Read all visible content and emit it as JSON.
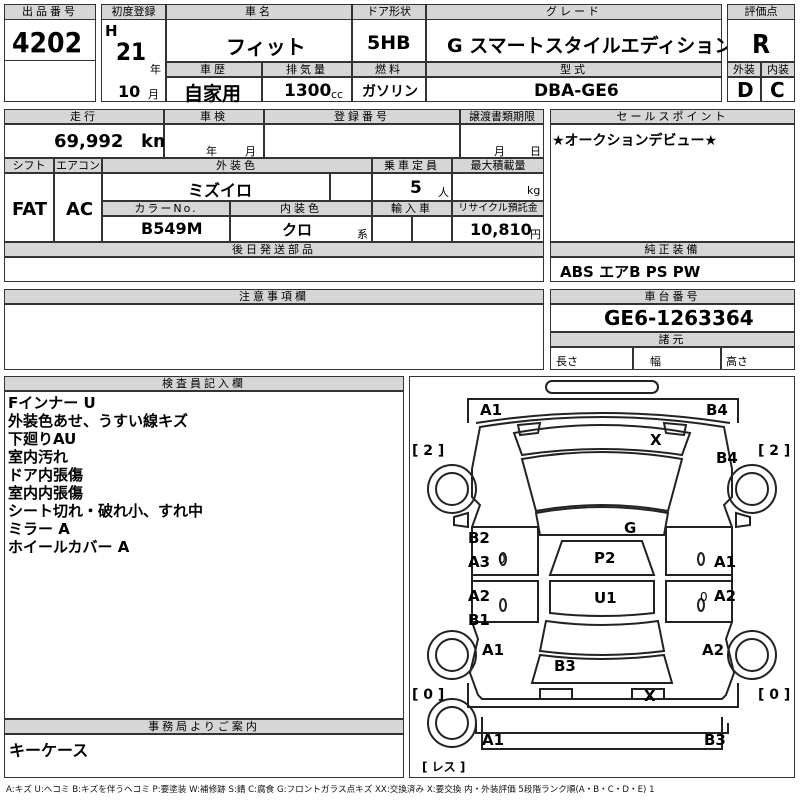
{
  "headers": {
    "lot_no": "出品番号",
    "first_reg": "初度登録",
    "car_name": "車名",
    "door": "ドア形状",
    "grade": "グレード",
    "score": "評価点",
    "history": "車歴",
    "displacement": "排気量",
    "fuel": "燃料",
    "model_code": "型式",
    "exterior": "外装",
    "interior": "内装",
    "mileage": "走行",
    "inspection": "車検",
    "reg_no": "登録番号",
    "transfer": "譲渡書類期限",
    "sales_point": "セールスポイント",
    "shift": "シフト",
    "aircon": "エアコン",
    "ext_color": "外装色",
    "capacity": "乗車定員",
    "max_load": "最大積載量",
    "color_no": "カラーNo.",
    "int_color": "内装色",
    "import": "輸入車",
    "recycle": "リサイクル預託金",
    "later_parts": "後日発送部品",
    "equipment": "純正装備",
    "notes": "注意事項欄",
    "chassis": "車台番号",
    "specs": "諸元",
    "inspector": "検査員記入欄",
    "office": "事務局よりご案内"
  },
  "lot_number": "4202",
  "era": "H",
  "year": "21",
  "year_unit": "年",
  "month": "10",
  "month_unit": "月",
  "car_name": "フィット",
  "door_type": "5HB",
  "grade": "G スマートスタイルエディション",
  "score": "R",
  "history": "自家用",
  "displacement": "1300",
  "displacement_unit": "cc",
  "fuel": "ガソリン",
  "model_code": "DBA-GE6",
  "exterior_grade": "D",
  "interior_grade": "C",
  "mileage": "69,992",
  "mileage_unit": "km",
  "inspection_year_unit": "年",
  "inspection_month_unit": "月",
  "transfer_month_unit": "月",
  "transfer_day_unit": "日",
  "sales_point": "★オークションデビュー★",
  "shift": "FAT",
  "aircon": "AC",
  "ext_color": "ミズイロ",
  "capacity": "5",
  "capacity_unit": "人",
  "max_load_unit": "kg",
  "color_no": "B549M",
  "int_color": "クロ",
  "int_color_unit": "系",
  "recycle_fee": "10,810",
  "recycle_unit": "円",
  "equipment": "ABS エアB PS PW",
  "chassis_no": "GE6-1263364",
  "length_label": "長さ",
  "width_label": "幅",
  "height_label": "高さ",
  "inspector_notes": [
    "Fインナー U",
    "外装色あせ、うすい線キズ",
    "下廻りAU",
    "室内汚れ",
    "ドア内張傷",
    "室内内張傷",
    "シート切れ・破れ小、すれ中",
    "ミラー A",
    "ホイールカバー A"
  ],
  "office_note": "キーケース",
  "diagram": {
    "marks": {
      "front_left": "A1",
      "front_right": "B4",
      "right_fender": "B4",
      "hood": "X",
      "roof": "G",
      "left_front_door_1": "B2",
      "left_front_door_2": "A3",
      "left_rear_door_1": "A2",
      "left_rear_door_2": "B1",
      "right_front_door": "A1",
      "right_rear_door": "A2",
      "left_rear_fender": "A1",
      "right_rear_fender": "A2",
      "front_seat": "P2",
      "rear_seat": "U1",
      "trunk": "B3",
      "rear_bumper": "X",
      "rear_left": "A1",
      "rear_right": "B3",
      "small_left": "0",
      "small_right": "0"
    },
    "wheel_fl": "[ 2 ]",
    "wheel_fr": "[ 2 ]",
    "wheel_rl": "[ 0 ]",
    "wheel_rr": "[ 0 ]",
    "spare": "[ レス ]"
  },
  "legend": "A:キズ U:ヘコミ B:キズを伴うヘコミ P:要塗装 W:補修跡 S:錆 C:腐食 G:フロントガラス点キズ XX:交換済み X:要交換 内・外装評価 5段階ランク順(A・B・C・D・E) 1"
}
